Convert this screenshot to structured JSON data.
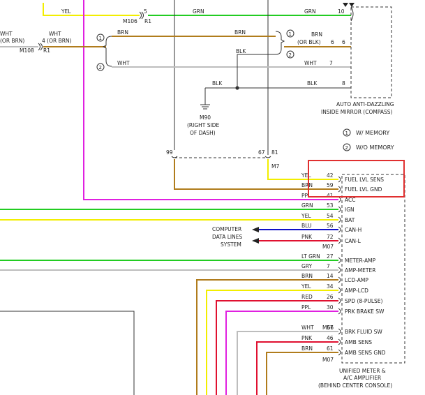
{
  "colors": {
    "yel": "#f2ee00",
    "grn": "#22cc22",
    "brn": "#b07c1c",
    "wht": "#bdbdbd",
    "blk": "#333333",
    "pur": "#e020e0",
    "blu": "#1010c8",
    "red": "#e01030",
    "pnk": "#ff4080",
    "highlight": "#e03030"
  },
  "top": {
    "yel": "YEL",
    "grn_left": "GRN",
    "grn_right": "GRN",
    "pin5": "5",
    "m106": "M106",
    "r1": "R1",
    "pin10": "10"
  },
  "left": {
    "wht": "WHT",
    "or_brn": "(OR BRN)",
    "m108": "M108",
    "wht2": "WHT",
    "pin4": "4 (OR BRN)",
    "r1": "R1"
  },
  "mirror": {
    "brn_left": "BRN",
    "brn_mid": "BRN",
    "blk_short": "BLK",
    "brn_right": "BRN",
    "or_blk": "(OR BLK)",
    "pin6a": "6",
    "pin6b": "6",
    "wht_left": "WHT",
    "wht_right": "WHT",
    "pin7": "7",
    "blk_left": "BLK",
    "blk_right": "BLK",
    "pin8": "8",
    "mark1": "1",
    "mark2": "2",
    "label1": "AUTO ANTI-DAZZLING",
    "label2": "INSIDE MIRROR (COMPASS)"
  },
  "ground": {
    "name": "M90",
    "line1": "(RIGHT SIDE",
    "line2": "OF DASH)"
  },
  "legend": {
    "item1": "W/ MEMORY",
    "item2": "W/O MEMORY",
    "num1": "1",
    "num2": "2"
  },
  "mid": {
    "pin99": "99",
    "pin67": "67",
    "pin81": "81",
    "m7": "M7"
  },
  "amp": {
    "rows": [
      {
        "color": "YEL",
        "pin": "42",
        "label": "FUEL LVL SENS"
      },
      {
        "color": "BRN",
        "pin": "59",
        "label": "FUEL LVL GND"
      },
      {
        "color": "PPL",
        "pin": "41",
        "label": "ACC"
      },
      {
        "color": "GRN",
        "pin": "53",
        "label": "IGN"
      },
      {
        "color": "YEL",
        "pin": "54",
        "label": "BAT"
      },
      {
        "color": "BLU",
        "pin": "56",
        "label": "CAN-H"
      },
      {
        "color": "PNK",
        "pin": "72",
        "label": "CAN-L"
      },
      {
        "color": "LT GRN",
        "pin": "27",
        "label": "METER-AMP"
      },
      {
        "color": "GRY",
        "pin": "7",
        "label": "AMP-METER"
      },
      {
        "color": "BRN",
        "pin": "14",
        "label": "LCD-AMP"
      },
      {
        "color": "YEL",
        "pin": "34",
        "label": "AMP-LCD"
      },
      {
        "color": "RED",
        "pin": "26",
        "label": "SPD (8-PULSE)"
      },
      {
        "color": "PPL",
        "pin": "30",
        "label": "PRK BRAKE SW"
      },
      {
        "color": "WHT",
        "pin": "57",
        "label": "BRK FLUID SW"
      },
      {
        "color": "PNK",
        "pin": "46",
        "label": "AMB SENS"
      },
      {
        "color": "BRN",
        "pin": "61",
        "label": "AMB SENS GND"
      }
    ],
    "conn1": "M07",
    "conn2": "M66",
    "conn3": "M07",
    "name1": "UNIFIED METER &",
    "name2": "A/C AMPLIFIER",
    "name3": "(BEHIND CENTER CONSOLE)"
  },
  "computer": {
    "line1": "COMPUTER",
    "line2": "DATA LINES",
    "line3": "SYSTEM"
  }
}
